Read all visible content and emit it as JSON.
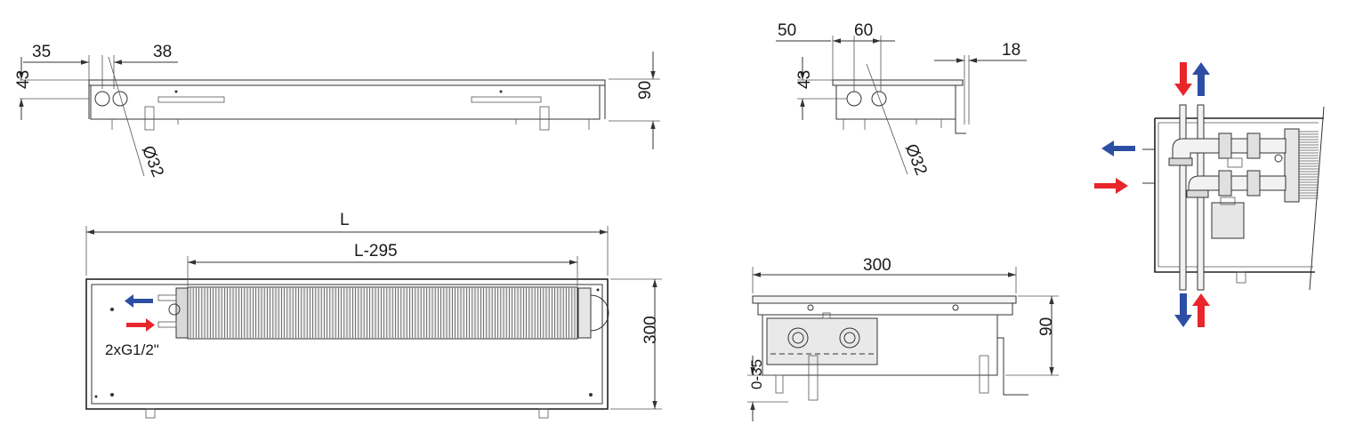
{
  "dimensions": {
    "side_left": "35",
    "side_right": "38",
    "side_h43": "43",
    "side_h90": "90",
    "side_dia": "Ø32",
    "top_L": "L",
    "top_L295": "L-295",
    "top_300": "300",
    "top_conn": "2xG1/2\"",
    "end_50": "50",
    "end_60": "60",
    "end_18": "18",
    "end_h43": "43",
    "end_dia": "Ø32",
    "sec_300": "300",
    "sec_90": "90",
    "sec_035": "0-35"
  },
  "colors": {
    "supply_arrow": "#e8262b",
    "return_arrow": "#2d4fa3",
    "outline": "#333333",
    "fill_light": "#f2f2f2",
    "fill_grey": "#d9d9d9"
  }
}
